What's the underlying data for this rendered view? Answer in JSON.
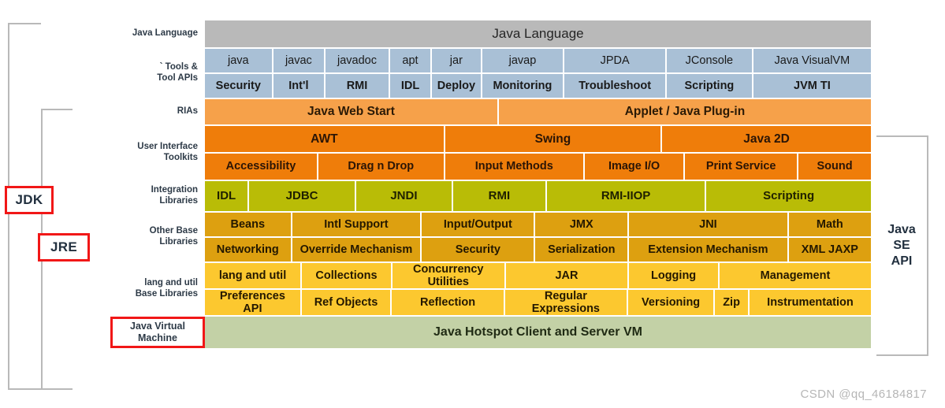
{
  "brackets": {
    "jdk_label": "JDK",
    "jre_label": "JRE",
    "javase_label": "Java\nSE\nAPI"
  },
  "watermark": "CSDN @qq_46184817",
  "bands": [
    {
      "key": "lang",
      "row_label": "Java Language",
      "rows": [
        [
          {
            "text": "Java Language",
            "flex": 100
          }
        ]
      ]
    },
    {
      "key": "tools",
      "row_label": "` Tools &\nTool APIs",
      "rows": [
        [
          {
            "text": "java",
            "flex": 10.2
          },
          {
            "text": "javac",
            "flex": 7.8
          },
          {
            "text": "javadoc",
            "flex": 9.6
          },
          {
            "text": "apt",
            "flex": 6.2
          },
          {
            "text": "jar",
            "flex": 7.4
          },
          {
            "text": "javap",
            "flex": 12.4
          },
          {
            "text": "JPDA",
            "flex": 15.4
          },
          {
            "text": "JConsole",
            "flex": 13.0
          },
          {
            "text": "Java VisualVM",
            "flex": 18.0
          }
        ],
        [
          {
            "text": "Security",
            "flex": 10.2
          },
          {
            "text": "Int'l",
            "flex": 7.8
          },
          {
            "text": "RMI",
            "flex": 9.6
          },
          {
            "text": "IDL",
            "flex": 6.2
          },
          {
            "text": "Deploy",
            "flex": 7.4
          },
          {
            "text": "Monitoring",
            "flex": 12.4
          },
          {
            "text": "Troubleshoot",
            "flex": 15.4
          },
          {
            "text": "Scripting",
            "flex": 13.0
          },
          {
            "text": "JVM TI",
            "flex": 18.0
          }
        ]
      ]
    },
    {
      "key": "rias",
      "row_label": "RIAs",
      "rows": [
        [
          {
            "text": "Java Web Start",
            "flex": 44.0
          },
          {
            "text": "Applet / Java Plug-in",
            "flex": 56.0
          }
        ]
      ]
    },
    {
      "key": "ui",
      "row_label": "User Interface\nToolkits",
      "rows": [
        [
          {
            "text": "AWT",
            "flex": 36.0
          },
          {
            "text": "Swing",
            "flex": 32.5
          },
          {
            "text": "Java 2D",
            "flex": 31.5
          }
        ],
        [
          {
            "text": "Accessibility",
            "flex": 17.0
          },
          {
            "text": "Drag n Drop",
            "flex": 19.0
          },
          {
            "text": "Input Methods",
            "flex": 21.0
          },
          {
            "text": "Image I/O",
            "flex": 15.0
          },
          {
            "text": "Print Service",
            "flex": 17.0
          },
          {
            "text": "Sound",
            "flex": 11.0
          }
        ]
      ]
    },
    {
      "key": "integration",
      "row_label": "Integration\nLibraries",
      "rows": [
        [
          {
            "text": "IDL",
            "flex": 6.5
          },
          {
            "text": "JDBC",
            "flex": 16.0
          },
          {
            "text": "JNDI",
            "flex": 14.5
          },
          {
            "text": "RMI",
            "flex": 14.0
          },
          {
            "text": "RMI-IIOP",
            "flex": 24.0
          },
          {
            "text": "Scripting",
            "flex": 25.0
          }
        ]
      ]
    },
    {
      "key": "other",
      "row_label": "Other Base\nLibraries",
      "rows": [
        [
          {
            "text": "Beans",
            "flex": 13.0
          },
          {
            "text": "Intl Support",
            "flex": 19.5
          },
          {
            "text": "Input/Output",
            "flex": 17.0
          },
          {
            "text": "JMX",
            "flex": 14.0
          },
          {
            "text": "JNI",
            "flex": 24.0
          },
          {
            "text": "Math",
            "flex": 12.5
          }
        ],
        [
          {
            "text": "Networking",
            "flex": 13.0
          },
          {
            "text": "Override Mechanism",
            "flex": 19.5
          },
          {
            "text": "Security",
            "flex": 17.0
          },
          {
            "text": "Serialization",
            "flex": 14.0
          },
          {
            "text": "Extension Mechanism",
            "flex": 24.0
          },
          {
            "text": "XML JAXP",
            "flex": 12.5
          }
        ]
      ]
    },
    {
      "key": "langutil",
      "row_label": "lang and util\nBase Libraries",
      "rows": [
        [
          {
            "text": "lang and util",
            "flex": 14.5
          },
          {
            "text": "Collections",
            "flex": 13.5
          },
          {
            "text": "Concurrency\nUtilities",
            "flex": 17.0
          },
          {
            "text": "JAR",
            "flex": 18.5
          },
          {
            "text": "Logging",
            "flex": 13.5
          },
          {
            "text": "Management",
            "flex": 23.0
          }
        ],
        [
          {
            "text": "Preferences\nAPI",
            "flex": 14.5
          },
          {
            "text": "Ref Objects",
            "flex": 13.5
          },
          {
            "text": "Reflection",
            "flex": 17.0
          },
          {
            "text": "Regular\nExpressions",
            "flex": 18.5
          },
          {
            "text": "Versioning",
            "flex": 13.0
          },
          {
            "text": "Zip",
            "flex": 5.0
          },
          {
            "text": "Instrumentation",
            "flex": 18.5
          }
        ]
      ]
    },
    {
      "key": "jvm",
      "row_label": "Java Virtual\nMachine",
      "rows": [
        [
          {
            "text": "Java Hotspot Client and Server VM",
            "flex": 100
          }
        ]
      ]
    }
  ]
}
